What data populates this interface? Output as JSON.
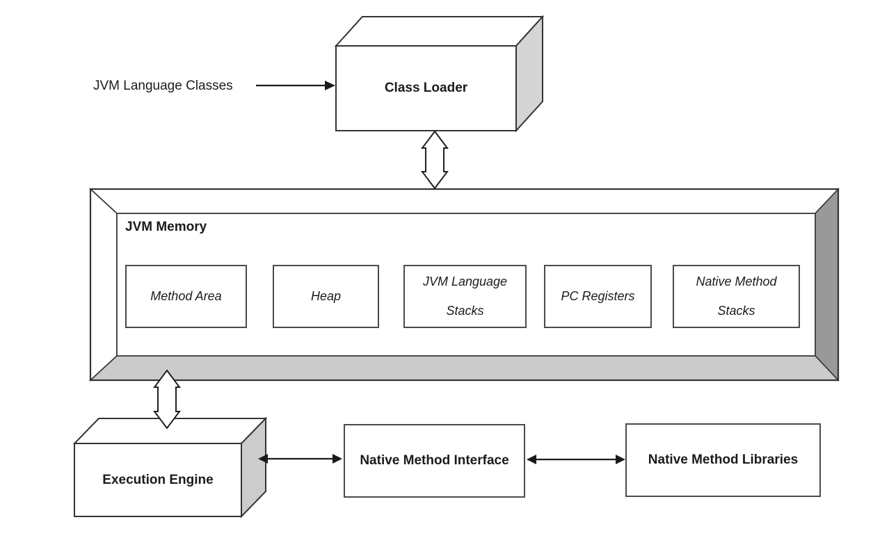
{
  "nodes": {
    "jvm_language_classes": "JVM Language Classes",
    "class_loader": "Class Loader",
    "jvm_memory": "JVM Memory",
    "execution_engine": "Execution Engine",
    "native_method_interface": "Native Method Interface",
    "native_method_libraries": "Native Method Libraries"
  },
  "memory_areas": [
    "Method Area",
    "Heap",
    "JVM Language Stacks",
    "PC Registers",
    "Native Method Stacks"
  ],
  "connections": [
    {
      "from": "JVM Language Classes",
      "to": "Class Loader",
      "style": "single-arrow"
    },
    {
      "from": "Class Loader",
      "to": "JVM Memory",
      "style": "hollow-double-arrow"
    },
    {
      "from": "JVM Memory",
      "to": "Execution Engine",
      "style": "hollow-double-arrow"
    },
    {
      "from": "Execution Engine",
      "to": "Native Method Interface",
      "style": "double-arrow"
    },
    {
      "from": "Native Method Interface",
      "to": "Native Method Libraries",
      "style": "double-arrow"
    }
  ],
  "colors": {
    "background": "#ffffff",
    "box_fill": "#ffffff",
    "box_border": "#333333",
    "side_face_light": "#d5d5d5",
    "memory_right_band": "#999999",
    "memory_bottom_band": "#cbcbcb",
    "text": "#1b1b1b"
  }
}
